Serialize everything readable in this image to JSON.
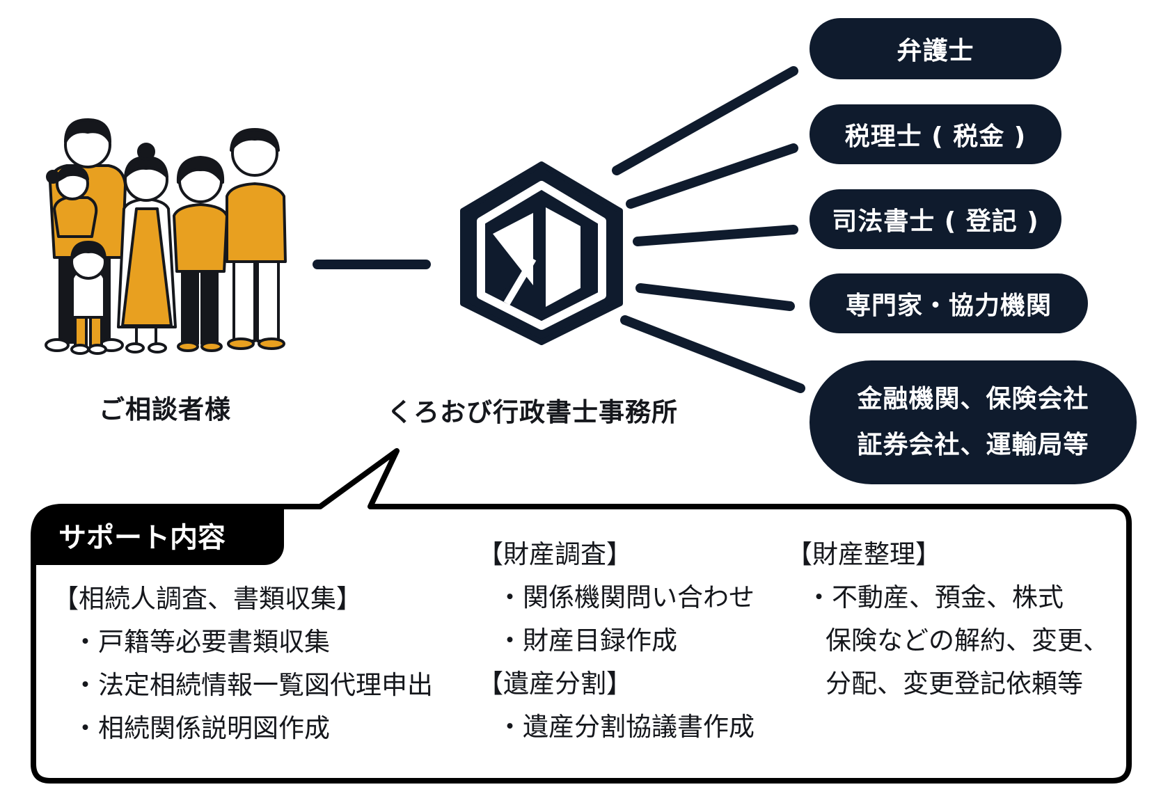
{
  "nodes": {
    "client": "ご相談者様",
    "office": "くろおび行政書士事務所"
  },
  "partners": {
    "lawyer": "弁護士",
    "tax_accountant": "税理士 ( 税金 )",
    "judicial_scrivener": "司法書士 ( 登記 )",
    "specialists": "専門家・協力機関",
    "financial_line1": "金融機関、保険会社",
    "financial_line2": "証券会社、運輸局等"
  },
  "support": {
    "title": "サポート内容",
    "columns": [
      {
        "head": "【相続人調査、書類収集】",
        "items": [
          "・戸籍等必要書類収集",
          "・法定相続情報一覧図代理申出",
          "・相続関係説明図作成"
        ]
      },
      {
        "head": "【財産調査】",
        "items": [
          "・関係機関問い合わせ",
          "・財産目録作成"
        ],
        "head2": "【遺産分割】",
        "items2": [
          "・遺産分割協議書作成"
        ]
      },
      {
        "head": "【財産整理】",
        "items": [
          "・不動産、預金、株式"
        ],
        "cont": [
          "保険などの解約、変更、",
          "分配、変更登記依頼等"
        ]
      }
    ]
  },
  "colors": {
    "navy": "#0f1b2d",
    "ink": "#15171c",
    "accent": "#e8a020"
  },
  "icons": {
    "family": "family-illustration-icon",
    "logo": "kurobi-hexagon-logo-icon"
  }
}
